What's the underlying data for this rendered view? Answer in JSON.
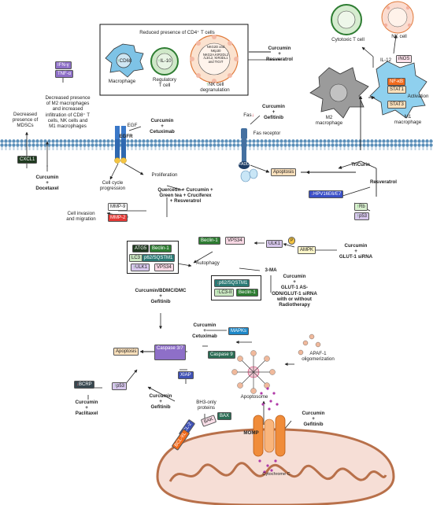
{
  "colors": {
    "membrane": "#4a7fa8",
    "green": "#2e7d32",
    "pink": "#f2c0d8",
    "orange_box": "#fbe0bb",
    "red": "#e53935",
    "purple": "#8e6fc8",
    "teal": "#2b7a75",
    "navy": "#1f3864"
  },
  "top_box": {
    "title": "Reduced presence of CD4⁺ T cells",
    "macrophage": {
      "marker": "CD68",
      "caption": "Macrophage"
    },
    "treg": {
      "marker": "IL-10",
      "caption": "Regulatory\nT cell"
    },
    "nk": {
      "markers": "NKG2D and\nNKp30\nNKG2A,KIR2DL2\n/L3/L2, KIR3DL1\nand TIGIT",
      "caption": "NK cell\ndegranulation"
    }
  },
  "labels": {
    "curc_resv_top": "Curcumin\n+\nResveratrol",
    "ctl": "Cytotoxic T cell",
    "nkcell": "NK cell",
    "il12": "IL-12",
    "inos": "iNOS",
    "nfkb": "NF-κB",
    "stat1": "STAT1",
    "stat3": "STAT3",
    "activation": "Activation",
    "m2": "M2\nmacrophage",
    "m1": "M1\nmacrophage",
    "ifng": "IFN-γ",
    "tnfa": "TNF-α",
    "decrease_m2": "Decreased presence\nof M2 macrophages\nand increased\ninfiltration of CD8⁺ T\ncells, NK cells and\nM1 macrophages",
    "mdsc": "Decreased\npresence of\nMDSCs",
    "cxcl1": "CXCL1",
    "curc_doce": "Curcumin\n+\nDocetaxel",
    "curc_gef_fas": "Curcumin\n+\nGefitinib",
    "fas": "Fas",
    "fas_receptor": "Fas receptor",
    "egf": "EGF",
    "egfr": "EGFR",
    "curc_cetux": "Curcumin\n+\nCetuximab",
    "p1": "P",
    "p2": "P",
    "cell_cycle": "Cell cycle\nprogression",
    "proliferation": "Proliferation",
    "quercetin": "Quercetin + Curcumin +\nGreen tea + Cruciferex\n+ Resveratrol",
    "mmp9": "MMP-9",
    "mmp2": "MMP-2",
    "invasion": "Cell invasion\nand migration",
    "fadd": "FADD",
    "apoptosis_top": "Apoptosis",
    "tricurin": "TriCurin",
    "resveratrol": "Resveratrol",
    "hpv": "HPV16E6/E7",
    "rb": "Rb",
    "p53_top": "p53",
    "beclin_a": "Beclin-1",
    "vps34_a": "VPS34",
    "ulk1_a": "ULK1",
    "p_ampk": "P",
    "ampk": "AMPK",
    "curc_glut": "Curcumin\n+\nGLUT-1 siRNA",
    "atg5": "ATG5",
    "beclin_b": "Beclin-1",
    "lc3": "LC3",
    "p62_a": "p62/SQSTM1",
    "ulk1_b": "ULK1",
    "vps34_b": "VPS34",
    "autophagy": "Autophagy",
    "three_ma": "3-MA",
    "p62_b": "p62/SQSTM1",
    "lc3ii": "LC3-II",
    "beclin_c": "Beclin-1",
    "glut_as": "Curcumin\n+\nGLUT-1 AS-\nODN/GLUT-1 siRNA\nwith or without\nRadiotherapy",
    "bdmc": "Curcumin/BDMC/DMC\n+\nGefitinib",
    "curc_cetux_mid": "Curcumin\n+\nCetuximab",
    "mapks": "MAPKs",
    "caspase9": "Caspase 9",
    "caspase37": "Caspase\n3/7",
    "apoptosis_mid": "Apoptosis",
    "xiap": "XIAP",
    "apaf": "APAF-1\noligomerization",
    "apoptosome": "Apoptosome",
    "bcrp": "BCRP",
    "p53_low": "p53",
    "curc_pacl": "Curcumin\n+\nPaclitaxel",
    "curc_gef_low": "Curcumin\n+\nGefitinib",
    "bh3": "BH3-only\nproteins",
    "bak": "BAK",
    "bax": "BAX",
    "momp": "MOMP",
    "bcl2": "BCL-2",
    "bclxl": "BCL-XL",
    "curc_gef_right": "Curcumin\n+\nGefitinib",
    "cytc": "Cytochrome C"
  }
}
